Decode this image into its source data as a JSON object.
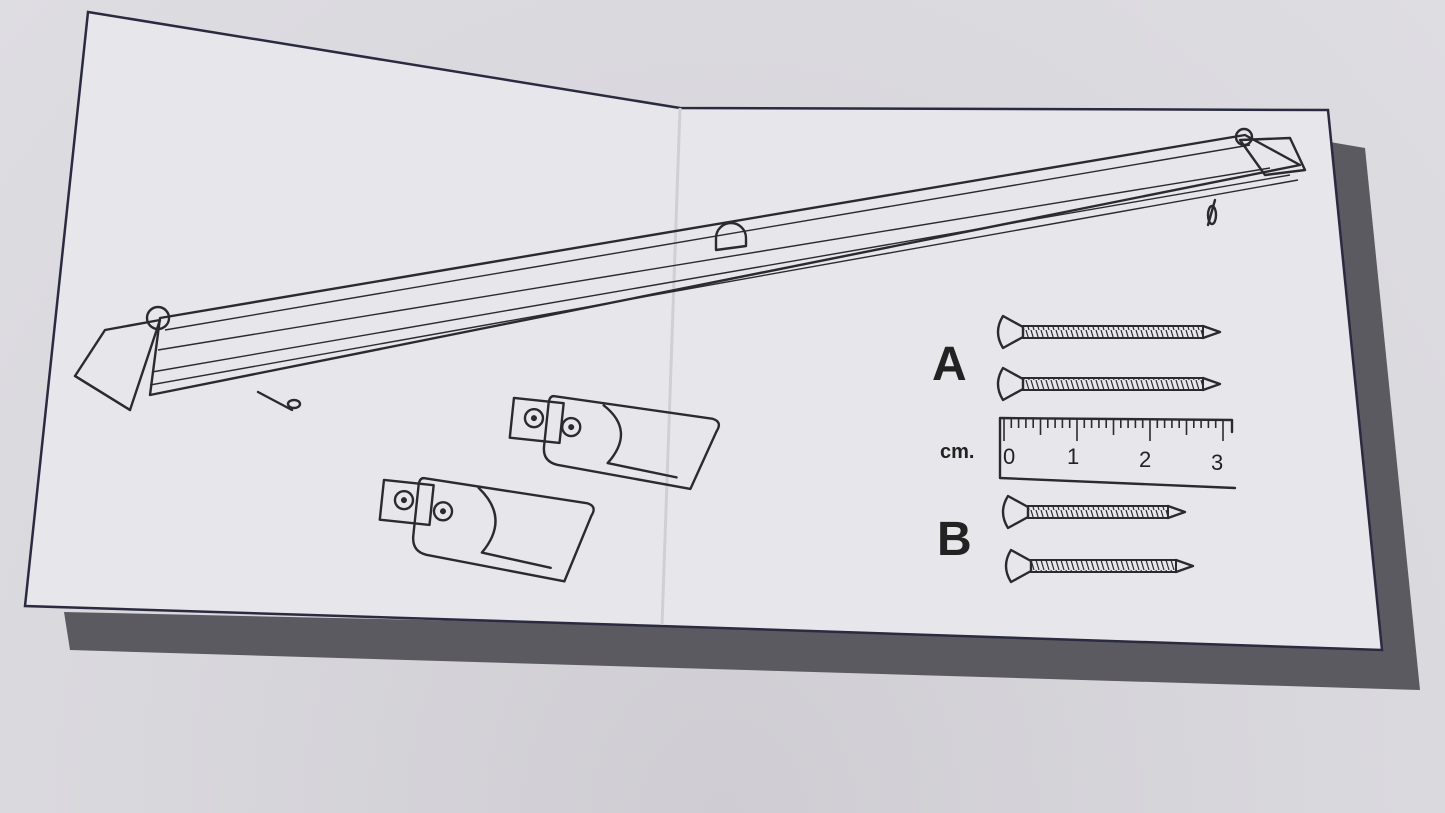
{
  "diagram": {
    "part_labels": {
      "a": "A",
      "b": "B"
    },
    "ruler": {
      "unit": "cm.",
      "ticks": [
        "0",
        "1",
        "2",
        "3"
      ]
    },
    "screw_count_a": 2,
    "screw_count_b": 2,
    "clip_count": 2
  },
  "colors": {
    "paper": "#e7e7eb",
    "shadow": "#5b5a60",
    "ink": "#2a2a30"
  }
}
